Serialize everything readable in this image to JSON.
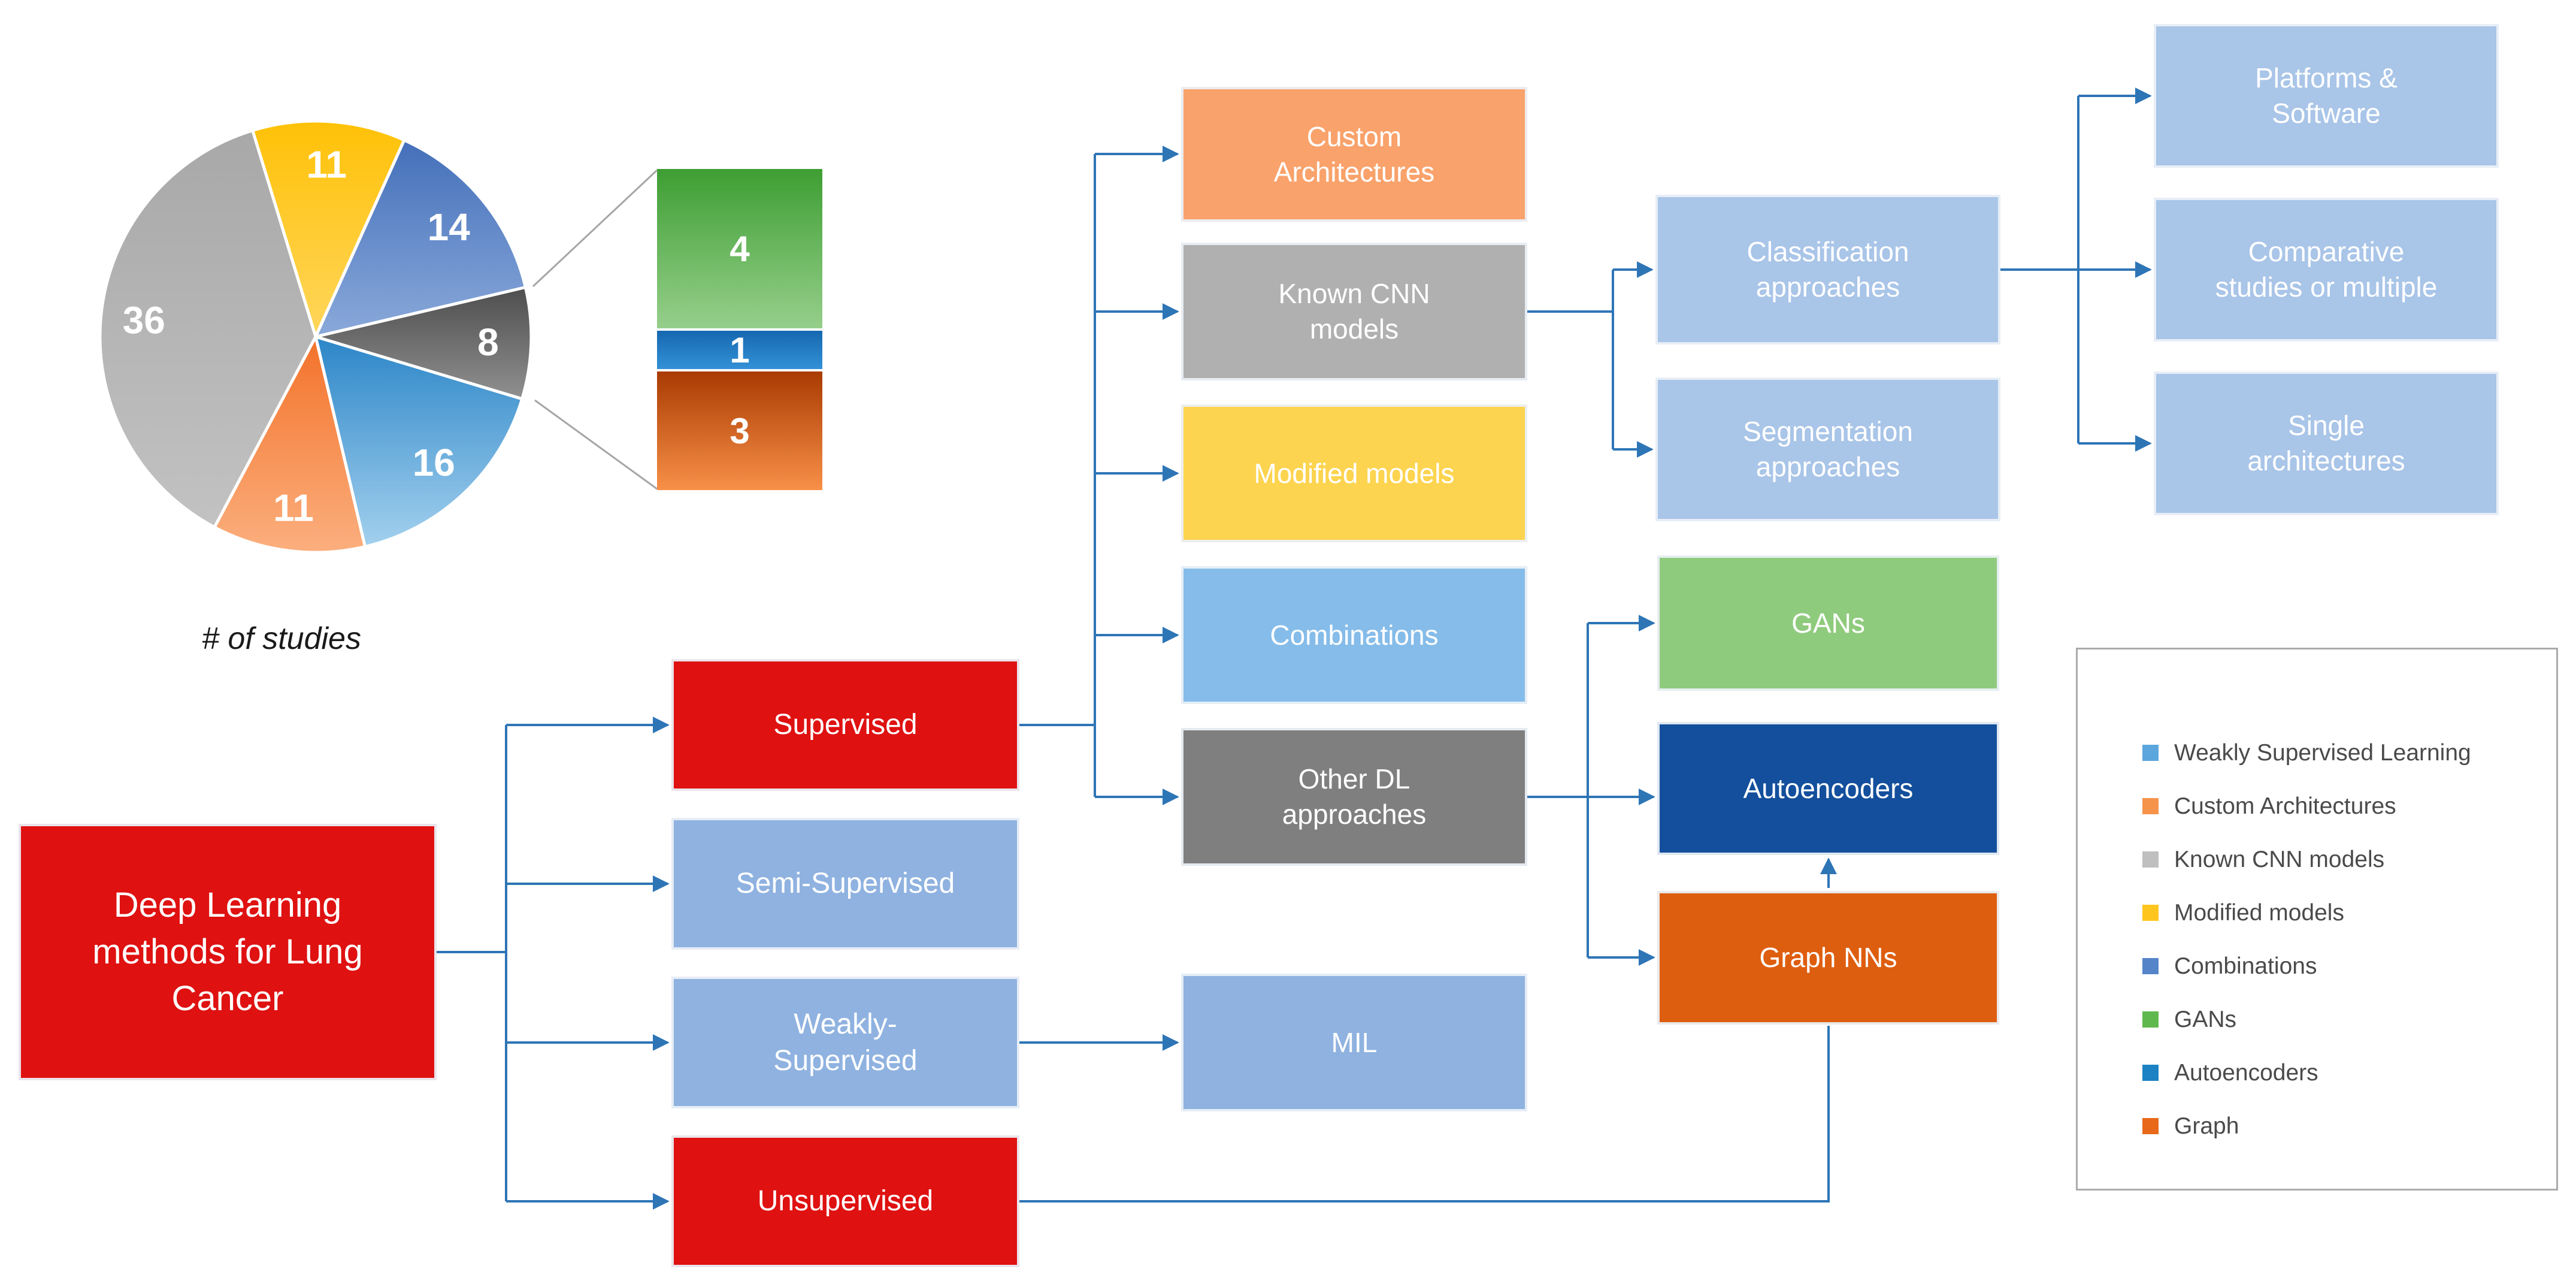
{
  "chart_data": [
    {
      "type": "pie",
      "title": "# of studies",
      "values": [
        11,
        14,
        8,
        16,
        11,
        36
      ],
      "slice_names": [
        "Modified models",
        "Combinations",
        "Other DL approaches",
        "Weakly Supervised Learning",
        "Custom Architectures",
        "Known CNN models"
      ],
      "data_labels": [
        "11",
        "14",
        "8",
        "16",
        "11",
        "36"
      ],
      "colors": [
        "#FCC213",
        "#5379BF",
        "#666666",
        "#4E9FD6",
        "#F5813D",
        "#ADADAD"
      ],
      "start_angle_deg": -17,
      "legend_position": "none",
      "grid": false
    },
    {
      "type": "bar",
      "subtype": "stacked-expansion-of-slice-8",
      "categories": [
        "Other DL approaches"
      ],
      "series": [
        {
          "name": "GANs",
          "values": [
            4
          ],
          "color": "#57AC46"
        },
        {
          "name": "Autoencoders",
          "values": [
            1
          ],
          "color": "#1B75C1"
        },
        {
          "name": "Graph",
          "values": [
            3
          ],
          "color": "#D express"
        }
      ],
      "data_labels": [
        "4",
        "1",
        "3"
      ],
      "total": 8
    }
  ],
  "pie_note": "# of studies",
  "flow": {
    "root": {
      "label": "Deep Learning\nmethods for Lung\nCancer",
      "color": "#DF1111"
    },
    "level1": [
      {
        "label": "Supervised",
        "color": "#DF1111"
      },
      {
        "label": "Semi-Supervised",
        "color": "#8FB2E0"
      },
      {
        "label": "Weakly-\nSupervised",
        "color": "#8FB2E0"
      },
      {
        "label": "Unsupervised",
        "color": "#DF1111"
      }
    ],
    "supervised_children": [
      {
        "label": "Custom\nArchitectures",
        "color": "#F9A26B"
      },
      {
        "label": "Known CNN\nmodels",
        "color": "#B0B0B0"
      },
      {
        "label": "Modified models",
        "color": "#FDD44F"
      },
      {
        "label": "Combinations",
        "color": "#85BCE9"
      },
      {
        "label": "Other DL\napproaches",
        "color": "#7F7F7F"
      }
    ],
    "knowncnn_children": [
      {
        "label": "Classification\napproaches",
        "color": "#A9C5E8"
      },
      {
        "label": "Segmentation\napproaches",
        "color": "#A9C5E8"
      }
    ],
    "classification_children": [
      {
        "label": "Platforms &\nSoftware",
        "color": "#A9C5E8"
      },
      {
        "label": "Comparative\nstudies or multiple",
        "color": "#A9C5E8"
      },
      {
        "label": "Single\narchitectures",
        "color": "#A9C5E8"
      }
    ],
    "otherdl_children": [
      {
        "label": "GANs",
        "color": "#8FCB7D"
      },
      {
        "label": "Autoencoders",
        "color": "#134F9C"
      },
      {
        "label": "Graph NNs",
        "color": "#DE5E0F"
      }
    ],
    "weakly_child": {
      "label": "MIL",
      "color": "#8FB2E0"
    }
  },
  "legend": {
    "items": [
      {
        "label": "Weakly Supervised Learning",
        "color": "#5BA6DC"
      },
      {
        "label": "Custom Architectures",
        "color": "#F6934B"
      },
      {
        "label": "Known CNN models",
        "color": "#BFBFBF"
      },
      {
        "label": "Modified models",
        "color": "#FFC51F"
      },
      {
        "label": "Combinations",
        "color": "#5585C8"
      },
      {
        "label": "GANs",
        "color": "#5FB84E"
      },
      {
        "label": "Autoencoders",
        "color": "#1C82C4"
      },
      {
        "label": "Graph",
        "color": "#E8691A"
      }
    ]
  },
  "colors": {
    "connector_blue": "#2E75B6",
    "callout_gray": "#A6A6A6"
  }
}
